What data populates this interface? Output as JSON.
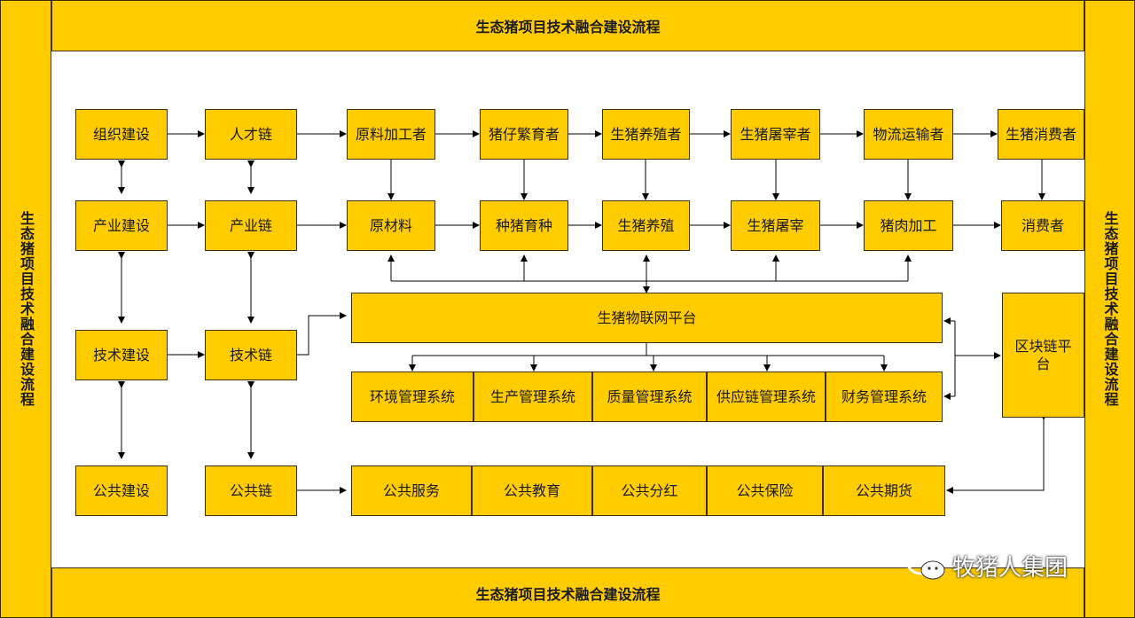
{
  "frame": {
    "title_top": "生态猪项目技术融合建设流程",
    "title_bottom": "生态猪项目技术融合建设流程",
    "title_left": "生态猪项目技术融合建设流程",
    "title_right": "生态猪项目技术融合建设流程"
  },
  "left_col": [
    "组织建设",
    "产业建设",
    "技术建设",
    "公共建设"
  ],
  "chain_col": [
    "人才链",
    "产业链",
    "技术链",
    "公共链"
  ],
  "roles": [
    "原料加工者",
    "猪仔繁育者",
    "生猪养殖者",
    "生猪屠宰者",
    "物流运输者",
    "生猪消费者"
  ],
  "stages": [
    "原材料",
    "种猪育种",
    "生猪养殖",
    "生猪屠宰",
    "猪肉加工",
    "消费者"
  ],
  "iot_platform": "生猪物联网平台",
  "systems": [
    "环境管理系统",
    "生产管理系统",
    "质量管理系统",
    "供应链管理系统",
    "财务管理系统"
  ],
  "blockchain": "区块链平台",
  "public_items": [
    "公共服务",
    "公共教育",
    "公共分红",
    "公共保险",
    "公共期货"
  ],
  "watermark": "牧猪人集团",
  "colors": {
    "fill": "#ffcc00",
    "border": "#3a3000",
    "arrow": "#000000"
  }
}
